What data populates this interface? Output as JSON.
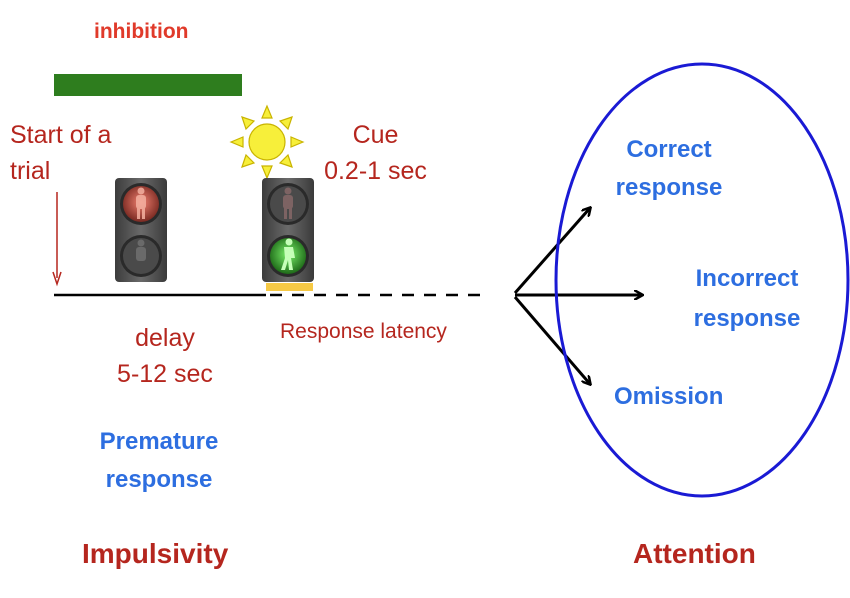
{
  "labels": {
    "inhibition": "inhibition",
    "start_line1": "Start of a",
    "start_line2": "trial",
    "cue_line1": "Cue",
    "cue_line2": "0.2-1 sec",
    "delay_line1": "delay",
    "delay_line2": "5-12 sec",
    "response_latency": "Response latency",
    "premature_line1": "Premature",
    "premature_line2": "response",
    "impulsivity": "Impulsivity",
    "attention": "Attention",
    "correct_line1": "Correct",
    "correct_line2": "response",
    "incorrect_line1": "Incorrect",
    "incorrect_line2": "response",
    "omission": "Omission"
  },
  "colors": {
    "inhibition_bar": "#2e7d1e",
    "cue_bar": "#f6c945",
    "ellipse": "#1a1ad4",
    "label_red": "#b5261e",
    "label_blue": "#2d6ee0",
    "sun": "#f7ef3a"
  },
  "icons": {
    "sun": "sun-icon",
    "traffic_light_red": "pedestrian-light-red-icon",
    "traffic_light_green": "pedestrian-light-green-icon"
  }
}
